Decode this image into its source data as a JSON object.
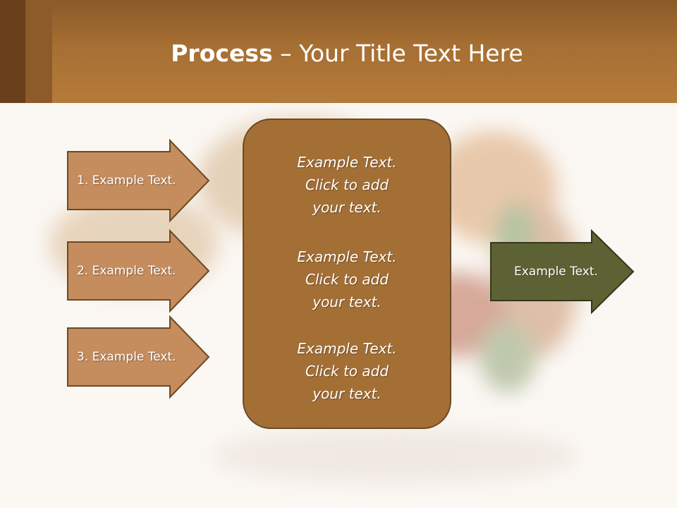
{
  "slide": {
    "title_bold": "Process",
    "title_rest": " – Your Title Text Here"
  },
  "left_arrows": [
    {
      "label": "1. Example Text."
    },
    {
      "label": "2. Example Text."
    },
    {
      "label": "3. Example Text."
    }
  ],
  "center_box": {
    "blocks": [
      {
        "lines": [
          "Example Text.",
          "Click  to add",
          "your text."
        ]
      },
      {
        "lines": [
          "Example Text.",
          "Click  to add",
          "your text."
        ]
      },
      {
        "lines": [
          "Example Text.",
          "Click  to add",
          "your text."
        ]
      }
    ]
  },
  "right_arrow": {
    "label": "Example Text."
  },
  "colors": {
    "header": "#a66f33",
    "left_arrow_fill": "#c58c5e",
    "left_arrow_stroke": "#6a4a24",
    "center_fill": "#a46f35",
    "right_arrow_fill": "#5d6234",
    "right_arrow_stroke": "#33371a"
  }
}
